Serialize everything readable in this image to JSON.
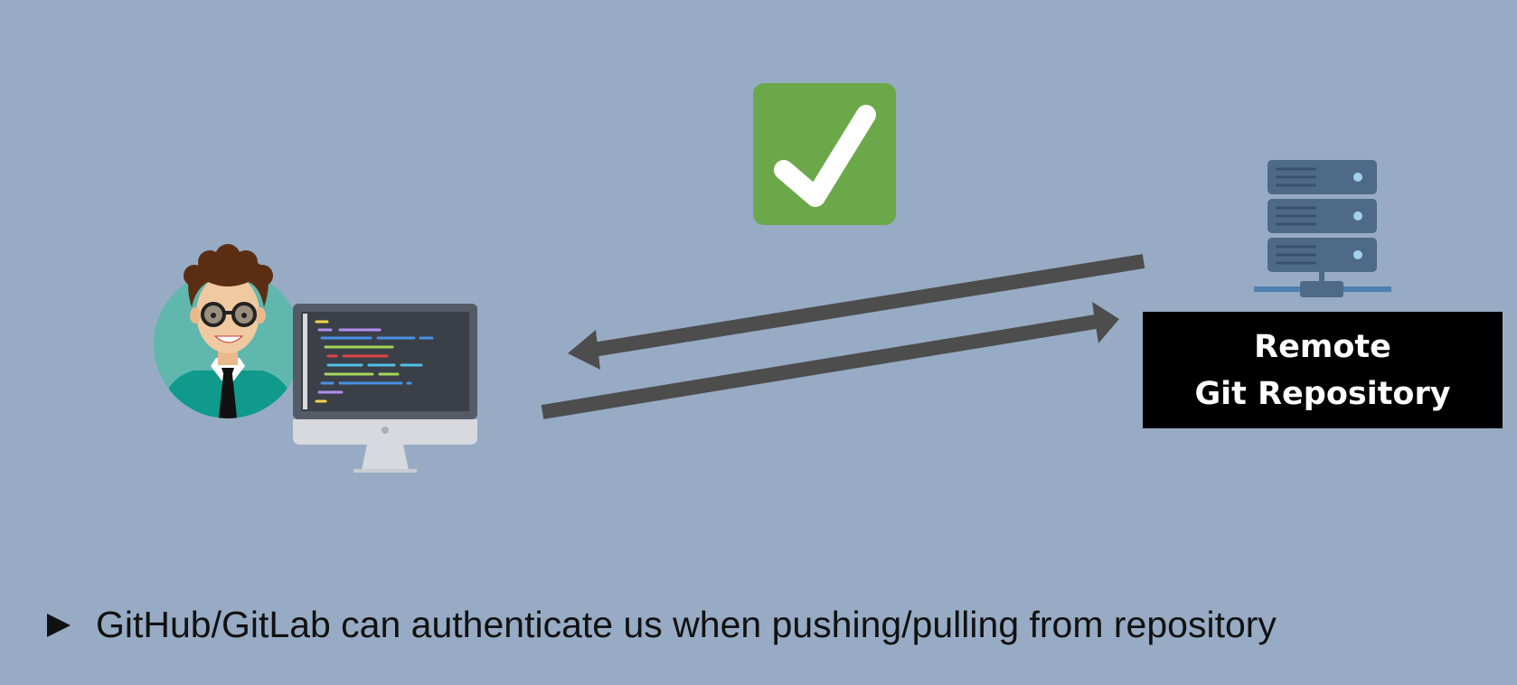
{
  "repository": {
    "label_line1": "Remote",
    "label_line2": "Git Repository"
  },
  "caption": {
    "text": "GitHub/GitLab can authenticate us when pushing/pulling from repository"
  },
  "icons": {
    "developer": "developer-avatar-icon",
    "computer": "desktop-computer-icon",
    "server": "server-stack-icon",
    "success": "check-mark-icon"
  },
  "colors": {
    "background": "#97abc4",
    "check_green": "#6ba84a",
    "arrow": "#4d4d4d",
    "server": "#4f6a87",
    "label_bg": "#000000"
  }
}
